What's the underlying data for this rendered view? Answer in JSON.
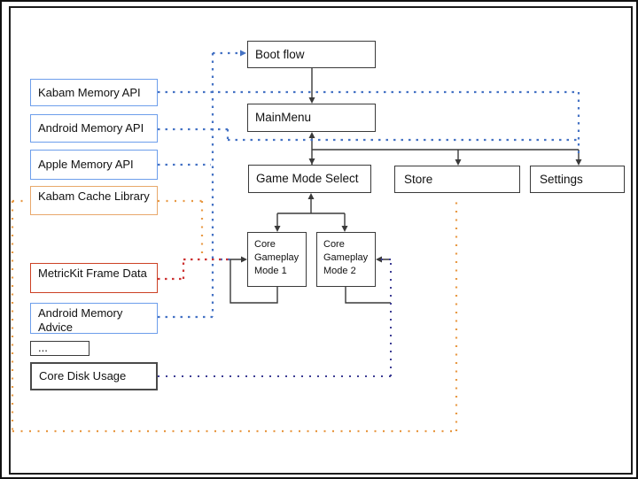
{
  "diagram": {
    "nodes": {
      "boot_flow": "Boot flow",
      "main_menu": "MainMenu",
      "game_mode_select": "Game Mode Select",
      "store": "Store",
      "settings": "Settings",
      "core_gameplay_mode_1": "Core Gameplay Mode 1",
      "core_gameplay_mode_2": "Core Gameplay Mode 2",
      "kabam_memory_api": "Kabam Memory API",
      "android_memory_api": "Android Memory API",
      "apple_memory_api": "Apple Memory API",
      "kabam_cache_library": "Kabam Cache Library",
      "metrickit_frame_data": "MetricKit Frame Data",
      "android_memory_advice": "Android Memory Advice",
      "ellipsis": "...",
      "core_disk_usage": "Core Disk Usage"
    },
    "colors": {
      "blue_line": "#4472c4",
      "navy_line": "#3d3d94",
      "red_line": "#cc3333",
      "orange_line": "#e89a45",
      "blue_box_border": "#6d9eeb",
      "orange_box_border": "#e8a86b",
      "red_box_border": "#cc4125",
      "dark_box_border": "#3a3a3a",
      "solid_line": "#3a3a3a"
    },
    "connections": [
      {
        "from": "Boot flow",
        "to": "MainMenu",
        "style": "solid",
        "color": "black"
      },
      {
        "from": "MainMenu",
        "to": "Game Mode Select",
        "style": "solid",
        "color": "black",
        "bidirectional": true
      },
      {
        "from": "MainMenu",
        "to": "Store",
        "style": "solid",
        "color": "black"
      },
      {
        "from": "MainMenu",
        "to": "Settings",
        "style": "solid",
        "color": "black"
      },
      {
        "from": "Game Mode Select",
        "to": "Core Gameplay Mode 1",
        "style": "solid",
        "color": "black",
        "bidirectional": true
      },
      {
        "from": "Game Mode Select",
        "to": "Core Gameplay Mode 2",
        "style": "solid",
        "color": "black",
        "bidirectional": true
      },
      {
        "from": "Core Gameplay Mode 1",
        "to": "Core Gameplay Mode 1",
        "style": "solid",
        "color": "black",
        "note": "self loop into left side"
      },
      {
        "from": "Core Gameplay Mode 2",
        "to": "Core Gameplay Mode 2",
        "style": "solid",
        "color": "black",
        "note": "self loop into right side"
      },
      {
        "from": "Kabam Memory API",
        "to": "Settings",
        "style": "dotted",
        "color": "blue"
      },
      {
        "from": "Android Memory API",
        "to": "Settings",
        "style": "dotted",
        "color": "blue"
      },
      {
        "from": "Apple Memory API",
        "to": "blue trunk",
        "style": "dotted",
        "color": "blue"
      },
      {
        "from": "blue trunk",
        "to": "Boot flow",
        "style": "dotted",
        "color": "blue"
      },
      {
        "from": "blue trunk",
        "to": "Core Gameplay Mode 1",
        "style": "dotted",
        "color": "blue"
      },
      {
        "from": "Android Memory Advice",
        "to": "blue trunk",
        "style": "dotted",
        "color": "blue"
      },
      {
        "from": "MetricKit Frame Data",
        "to": "Core Gameplay Mode 1",
        "style": "dotted",
        "color": "red"
      },
      {
        "from": "Core Disk Usage",
        "to": "Core Gameplay Mode 2",
        "style": "dotted",
        "color": "navy"
      },
      {
        "from": "Kabam Cache Library",
        "to": "Store",
        "style": "dotted",
        "color": "orange"
      },
      {
        "from": "Kabam Cache Library",
        "to": "Core Gameplay Mode 1",
        "style": "dotted",
        "color": "orange"
      }
    ]
  }
}
